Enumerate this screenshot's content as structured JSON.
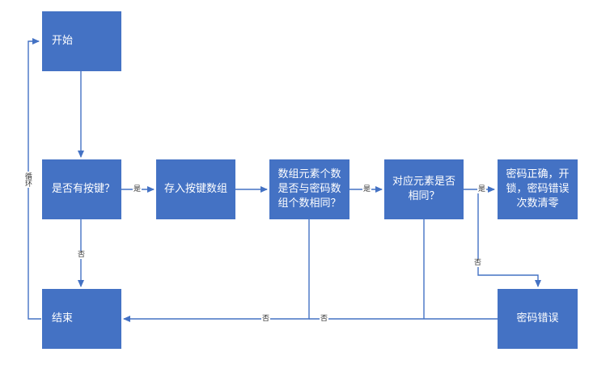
{
  "colors": {
    "node_fill": "#4472C4",
    "node_text": "#ffffff",
    "edge": "#4472C4"
  },
  "nodes": {
    "start": "开始",
    "has_key": "是否有按键？",
    "store": "存入按键数组",
    "compare_count": "数组元素个数\n是否与密码数\n组个数相同？",
    "compare_elem": "对应元素是否\n相同？",
    "correct": "密码正确，开\n锁，密码错误\n次数清零",
    "wrong": "密码错误",
    "end": "结束"
  },
  "edge_labels": {
    "has_key_yes": "是",
    "has_key_no": "否",
    "count_yes": "是",
    "count_no": "否",
    "elem_yes": "是",
    "elem_no": "否",
    "loop": "循环"
  }
}
